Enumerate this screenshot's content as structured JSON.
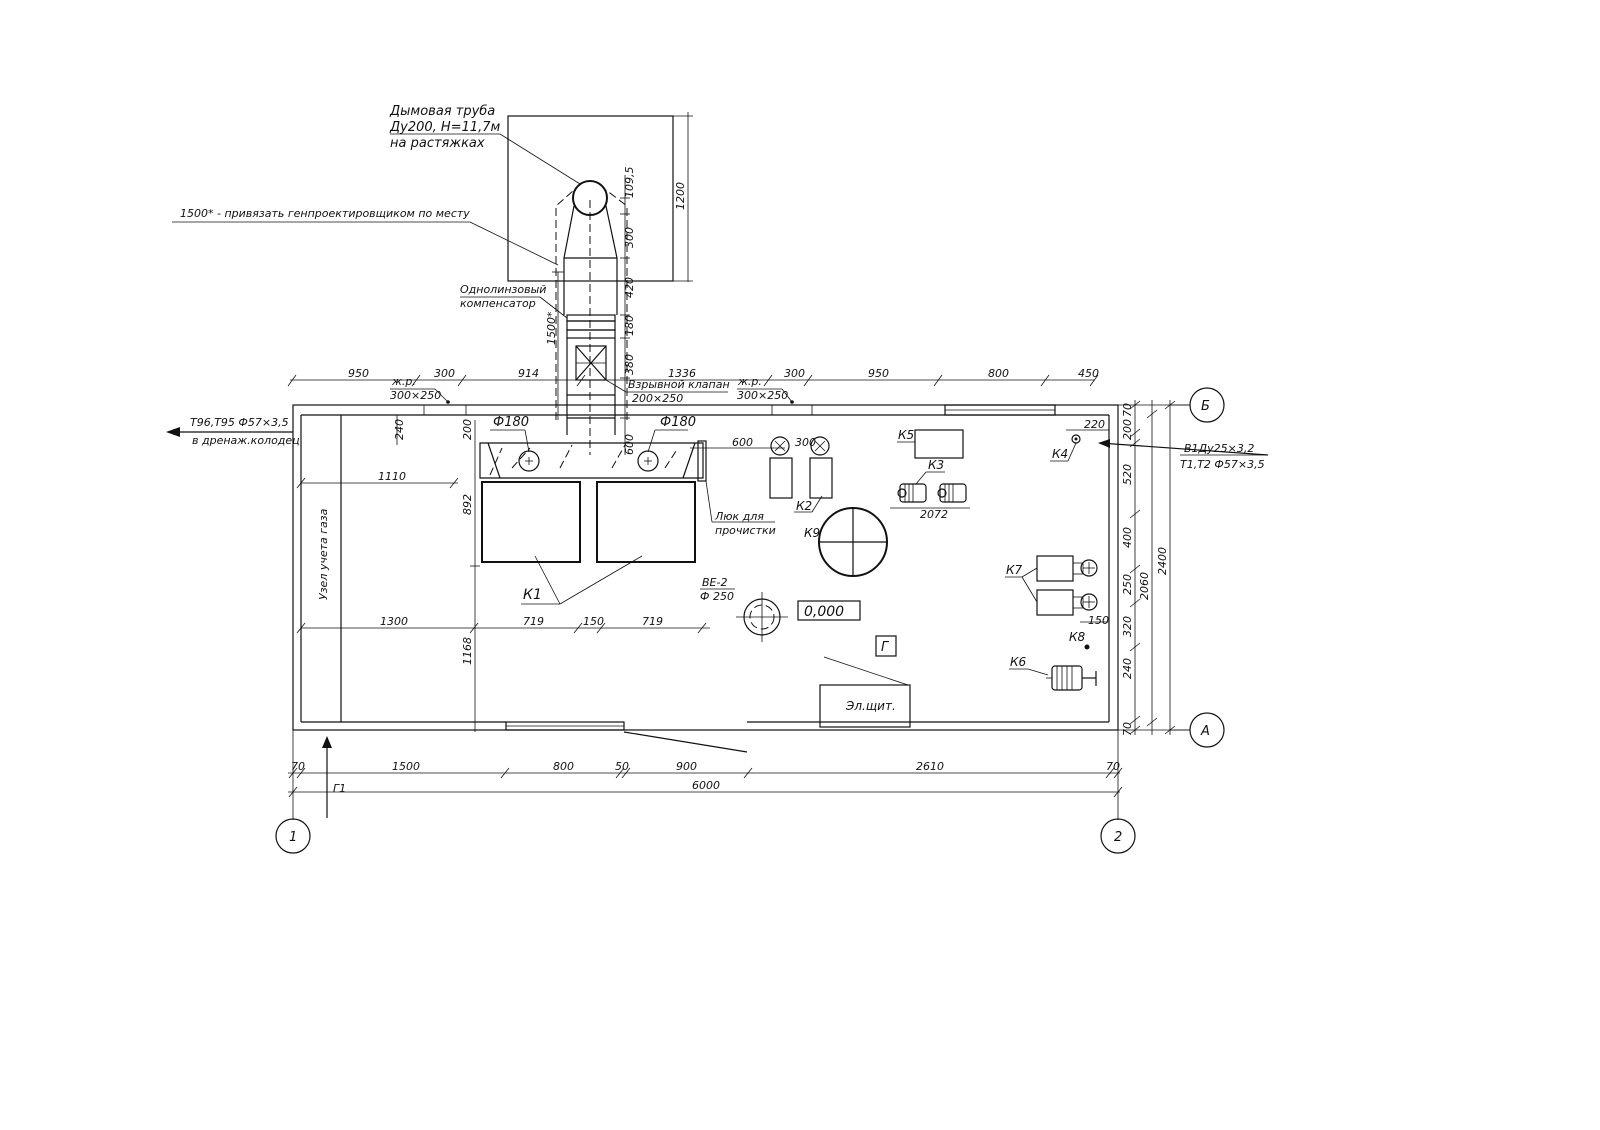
{
  "chimney": {
    "title": "Дымовая труба",
    "spec": "Ду200,   Н=11,7м",
    "mount": "на растяжках",
    "note": "1500* - привязать генпроектировщиком по месту",
    "compensator_1": "Однолинзовый",
    "compensator_2": "компенсатор",
    "valve": "Взрывной клапан",
    "valve_size": "200×250"
  },
  "vent_grilles": {
    "label": "ж.р.",
    "size": "300×250"
  },
  "pipes": {
    "drain_1": "Т96,Т95 Ф57×3,5",
    "drain_2": "в дренаж.колодец",
    "inlet_1": "В1Ду25×3,2",
    "inlet_2": "Т1,Т2 Ф57×3,5",
    "gas": "Г1"
  },
  "room": {
    "gas_meter": "Узел учета газа",
    "cleanout_1": "Люк для",
    "cleanout_2": "прочистки",
    "fan_1": "ВЕ-2",
    "fan_2": "Ф 250",
    "level": "0,000",
    "panel": "Эл.щит.",
    "gas_mark": "Г"
  },
  "equipment": [
    "К1",
    "К2",
    "К3",
    "К4",
    "К5",
    "К6",
    "К7",
    "К8",
    "К9"
  ],
  "diameters": [
    "Ф180",
    "Ф180"
  ],
  "axes": {
    "a": "А",
    "b": "Б",
    "one": "1",
    "two": "2"
  },
  "dims": {
    "top": [
      "950",
      "300",
      "914",
      "1336",
      "300",
      "950",
      "800",
      "450"
    ],
    "chimney_v": [
      "109,5",
      "300",
      "420",
      "180",
      "380",
      "600"
    ],
    "bottom": [
      "70",
      "1500",
      "800",
      "50",
      "900",
      "2610",
      "70"
    ],
    "total_w": "6000",
    "right_1": [
      "200",
      "70",
      "520",
      "400",
      "250",
      "320",
      "240",
      "70"
    ],
    "right_2": "2060",
    "right_total": "2400",
    "misc": [
      "1200",
      "1500*",
      "240",
      "200",
      "1110",
      "892",
      "1300",
      "1168",
      "719",
      "150",
      "719",
      "600",
      "300",
      "220",
      "2072",
      "150"
    ]
  }
}
